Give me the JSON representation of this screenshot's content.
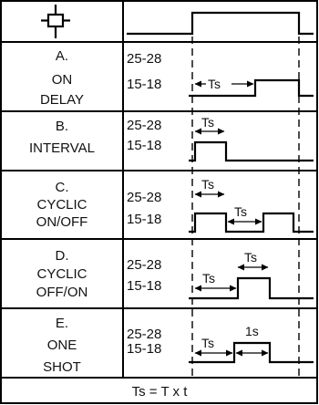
{
  "rows": [
    {
      "letter": "A.",
      "lines": [
        "ON",
        "DELAY"
      ],
      "pin_high": "25-28",
      "pin_low": "15-18",
      "timing": [
        "Ts"
      ]
    },
    {
      "letter": "B.",
      "lines": [
        "INTERVAL"
      ],
      "pin_high": "25-28",
      "pin_low": "15-18",
      "timing": [
        "Ts"
      ]
    },
    {
      "letter": "C.",
      "lines": [
        "CYCLIC",
        "ON/OFF"
      ],
      "pin_high": "25-28",
      "pin_low": "15-18",
      "timing": [
        "Ts",
        "Ts"
      ]
    },
    {
      "letter": "D.",
      "lines": [
        "CYCLIC",
        "OFF/ON"
      ],
      "pin_high": "25-28",
      "pin_low": "15-18",
      "timing": [
        "Ts",
        "Ts"
      ]
    },
    {
      "letter": "E.",
      "lines": [
        "ONE",
        "SHOT"
      ],
      "pin_high": "25-28",
      "pin_low": "15-18",
      "timing": [
        "Ts",
        "1s"
      ]
    }
  ],
  "formula": "Ts = T x t",
  "icons": {
    "header": "relay-coil-icon"
  }
}
